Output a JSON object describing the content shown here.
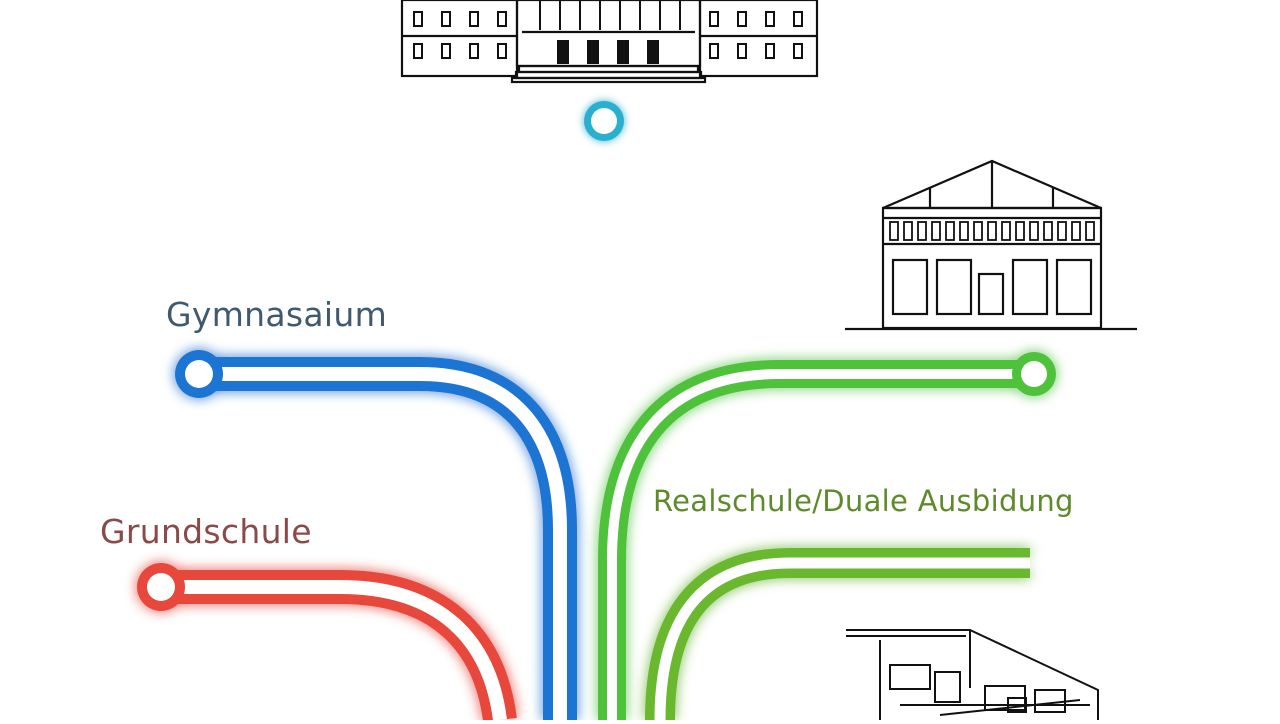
{
  "labels": {
    "gymnasium": "Gymnasaium",
    "grundschule": "Grundschule",
    "realschule": "Realschule/Duale Ausbidung"
  },
  "colors": {
    "gymnasium": "#1e74d2",
    "grundschule": "#e8473b",
    "realschule": "#4fc23a",
    "realschule_lower": "#6ab82f",
    "university": "#2bb0cf",
    "gymnasium_text": "#3f5a6e",
    "grundschule_text": "#8a4a4a",
    "realschule_text": "#5f8a2a",
    "building_line": "#111111"
  },
  "icons": {
    "university": "university-building-icon",
    "school": "school-building-icon",
    "workshop": "workshop-icon"
  }
}
